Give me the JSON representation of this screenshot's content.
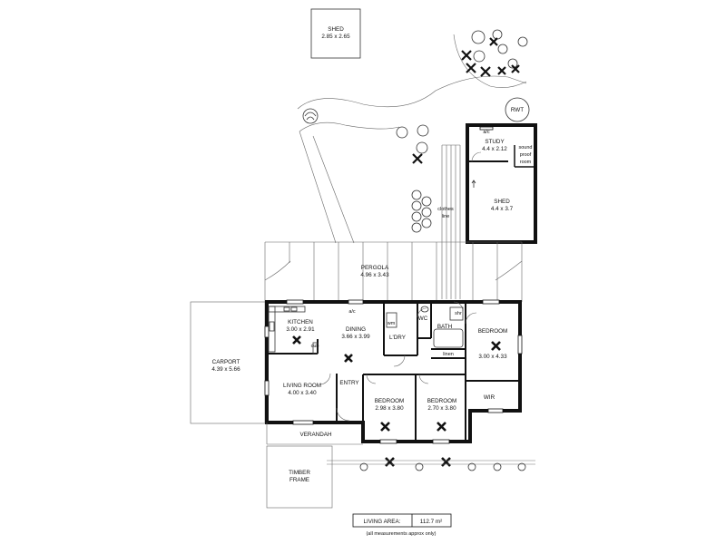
{
  "shed_top": {
    "name": "SHED",
    "size": "2.85 x 2.65"
  },
  "rwt": "RWT",
  "ac_study": "a/c",
  "study": {
    "name": "STUDY",
    "size": "4.4 x 2.12"
  },
  "sound_proof_room": [
    "sound",
    "proof",
    "room"
  ],
  "shed_main": {
    "name": "SHED",
    "size": "4.4 x 3.7"
  },
  "clothes_line": [
    "clothes",
    "line"
  ],
  "pergola": {
    "name": "PERGOLA",
    "size": "4.96 x 3.43"
  },
  "kitchen": {
    "name": "KITCHEN",
    "size": "3.00 x 2.91"
  },
  "cub": "cub",
  "ac_dining": "a/c",
  "dining": {
    "name": "DINING",
    "size": "3.66 x 3.99"
  },
  "wm": "wm",
  "wc": "WC",
  "bath": "BATH",
  "shr": "shr",
  "ldry": "L'DRY",
  "linen": "linen",
  "bedroom_main": {
    "name": "BEDROOM",
    "size": "3.00 x 4.33"
  },
  "carport": {
    "name": "CARPORT",
    "size": "4.39 x 5.66"
  },
  "living_room": {
    "name": "LIVING ROOM",
    "size": "4.00 x 3.40"
  },
  "entry": "ENTRY",
  "bedroom_2": {
    "name": "BEDROOM",
    "size": "2.98 x 3.80"
  },
  "bedroom_3": {
    "name": "BEDROOM",
    "size": "2.70 x 3.80"
  },
  "wir": "WIR",
  "verandah": "VERANDAH",
  "timber_frame": [
    "TIMBER",
    "FRAME"
  ],
  "living_area": {
    "label": "LIVING AREA:",
    "value": "112.7 m²"
  },
  "note": "(all measurements approx only)"
}
